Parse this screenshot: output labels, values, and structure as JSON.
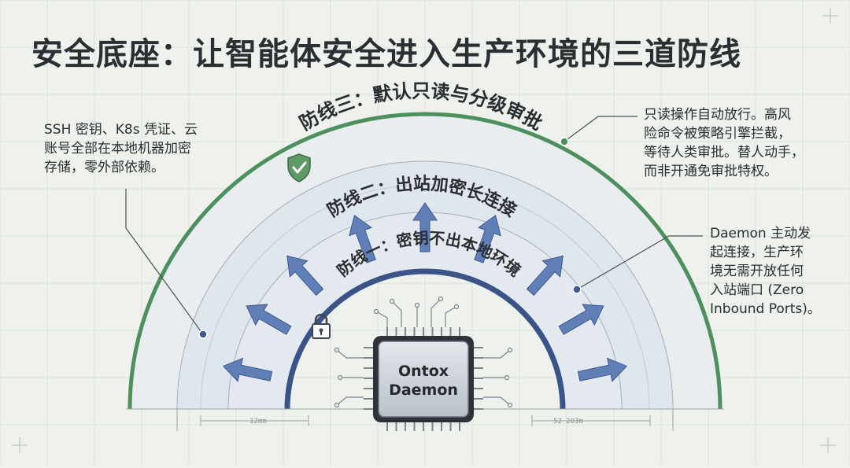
{
  "title": "安全底座：让智能体安全进入生产环境的三道防线",
  "layers": {
    "layer3": "防线三：默认只读与分级审批",
    "layer2": "防线二：出站加密长连接",
    "layer1": "防线一：密钥不出本地环境"
  },
  "chip": {
    "line1": "Ontox",
    "line2": "Daemon"
  },
  "notes": {
    "left": [
      "SSH 密钥、K8s 凭证、云",
      "账号全部在本地机器加密",
      "存储，零外部依赖。"
    ],
    "right_top": [
      "只读操作自动放行。高风",
      "险命令被策略引擎拦截，",
      "等待人类审批。替人动手，",
      "而非开通免审批特权。"
    ],
    "right_mid": [
      "Daemon 主动发",
      "起连接，生产环",
      "境无需开放任何",
      "入站端口 (Zero",
      "Inbound Ports)。"
    ]
  },
  "dimensions": {
    "left": "12mm",
    "right": "52 203m"
  },
  "colors": {
    "outer_arc": "#4e8f5e",
    "inner_arc": "#3a5488",
    "arrow": "#5f7fb6",
    "ring_fill": "#dfe6ee",
    "chip_body": "#cdd3da",
    "background": "#eef1ec"
  },
  "icons": {
    "layer3": "shield-check-icon",
    "layer1": "padlock-icon",
    "core": "chip-icon"
  }
}
